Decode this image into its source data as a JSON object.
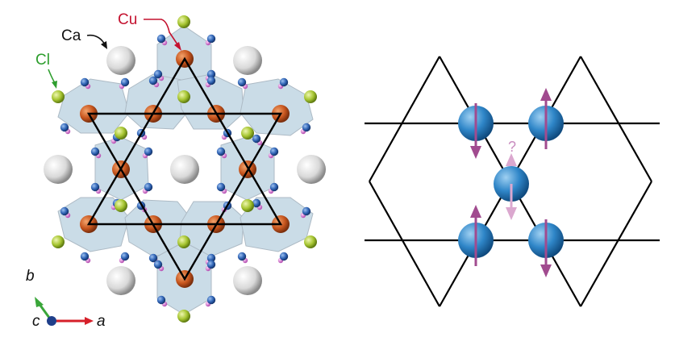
{
  "labels": {
    "cu": "Cu",
    "ca": "Ca",
    "cl": "Cl",
    "question": "?"
  },
  "axes": {
    "a": "a",
    "b": "b",
    "c": "c"
  },
  "colors": {
    "cu_label": "#c4122f",
    "cl_label": "#2e9e2e",
    "ca_label": "#111111",
    "cu_atom": "#c8561e",
    "cl_atom": "#a6c531",
    "ca_atom": "#d9d9d9",
    "o_atom": "#2f63b4",
    "h_atom": "#d86ad6",
    "polyhedra": "#c8dbe6",
    "lattice": "#000000",
    "spin_sphere": "#2f86c8",
    "spin_arrow": "#a14b8f",
    "spin_arrow_faint": "#dba8cf",
    "axis_a": "#d6202a",
    "axis_b": "#3aa63a",
    "axis_c": "#1f3f8a"
  }
}
